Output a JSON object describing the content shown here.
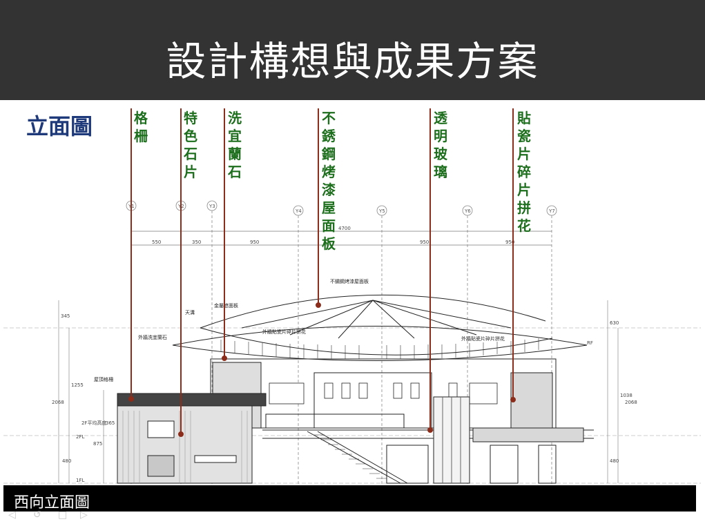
{
  "header": {
    "title": "設計構想與成果方案"
  },
  "section_label": "立面圖",
  "callouts": [
    {
      "id": "grille",
      "text": "格柵"
    },
    {
      "id": "feature-stone",
      "text": "特色石片"
    },
    {
      "id": "yilan-stone",
      "text": "洗宜蘭石"
    },
    {
      "id": "roof-panel",
      "text": "不銹鋼烤漆屋面板"
    },
    {
      "id": "glass",
      "text": "透明玻璃"
    },
    {
      "id": "tile-mosaic",
      "text": "貼瓷片碎片拼花"
    }
  ],
  "drawing": {
    "grid_labels": [
      "Y1",
      "Y2",
      "Y3",
      "Y4",
      "Y5",
      "Y6",
      "Y7"
    ],
    "dimensions": [
      "550",
      "350",
      "950",
      "950",
      "950"
    ],
    "overall_dimension": "4700",
    "level_labels": [
      "RF",
      "2FL",
      "1FL"
    ],
    "notes": [
      "不鏽鋼烤漆屋面板",
      "金屬遮面板",
      "天溝",
      "外牆貼瓷片碎片拼花",
      "外牆貼瓷片碎片拼花",
      "外牆洗宜蘭石",
      "屋頂格柵"
    ],
    "left_dims": [
      "345",
      "1255",
      "2068",
      "365",
      "875",
      "480"
    ],
    "right_dims": [
      "630",
      "1038",
      "2068",
      "480"
    ],
    "floor_height_label": "2F平均高度"
  },
  "caption": "西向立面圖",
  "nav": {
    "prev": "◁",
    "back": "↺",
    "menu": "□",
    "next": "▷"
  }
}
